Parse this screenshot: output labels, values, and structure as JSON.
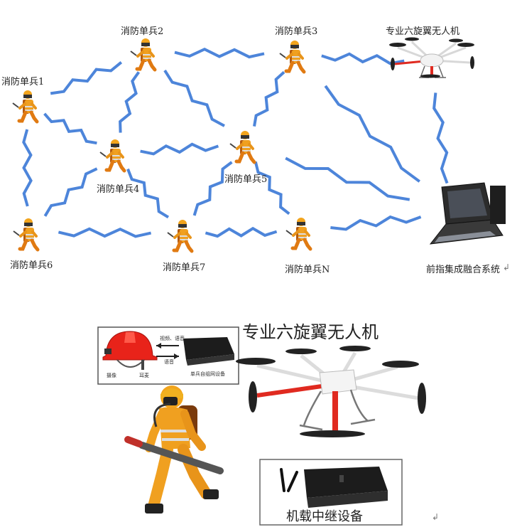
{
  "network": {
    "nodes": [
      {
        "id": "n1",
        "label": "消防单兵1"
      },
      {
        "id": "n2",
        "label": "消防单兵2"
      },
      {
        "id": "n3",
        "label": "消防单兵3"
      },
      {
        "id": "n4",
        "label": "消防单兵4"
      },
      {
        "id": "n5",
        "label": "消防单兵5"
      },
      {
        "id": "n6",
        "label": "消防单兵6"
      },
      {
        "id": "n7",
        "label": "消防单兵7"
      },
      {
        "id": "nN",
        "label": "消防单兵N"
      },
      {
        "id": "drone",
        "label": "专业六旋翼无人机"
      },
      {
        "id": "cmd",
        "label": "前指集成融合系统"
      }
    ],
    "links": [
      [
        "n1",
        "n2"
      ],
      [
        "n1",
        "n4"
      ],
      [
        "n1",
        "n6"
      ],
      [
        "n2",
        "n3"
      ],
      [
        "n2",
        "n4"
      ],
      [
        "n2",
        "n5"
      ],
      [
        "n3",
        "n5"
      ],
      [
        "n3",
        "drone"
      ],
      [
        "n3",
        "cmd"
      ],
      [
        "n4",
        "n5"
      ],
      [
        "n4",
        "n6"
      ],
      [
        "n4",
        "n7"
      ],
      [
        "n5",
        "n7"
      ],
      [
        "n5",
        "nN"
      ],
      [
        "n5",
        "cmd"
      ],
      [
        "n6",
        "n7"
      ],
      [
        "n7",
        "nN"
      ],
      [
        "nN",
        "cmd"
      ],
      [
        "drone",
        "cmd"
      ]
    ]
  },
  "bottom": {
    "drone_title": "专业六旋翼无人机",
    "relay_label": "机载中继设备",
    "inset": {
      "arrow_top_label": "视频、语音",
      "arrow_bottom_label": "语音",
      "device_label": "单兵自组网设备",
      "helmet_left_label": "摄像",
      "helmet_right_label": "耳麦"
    }
  },
  "glyphs": {
    "paragraph_mark": "↲"
  },
  "colors": {
    "link_blue": "#3a78d6",
    "suit_yellow": "#f0a020",
    "suit_orange": "#e06a10",
    "drone_red": "#e02a20",
    "helmet_red": "#e8231a",
    "device_black": "#1c1c1c"
  }
}
